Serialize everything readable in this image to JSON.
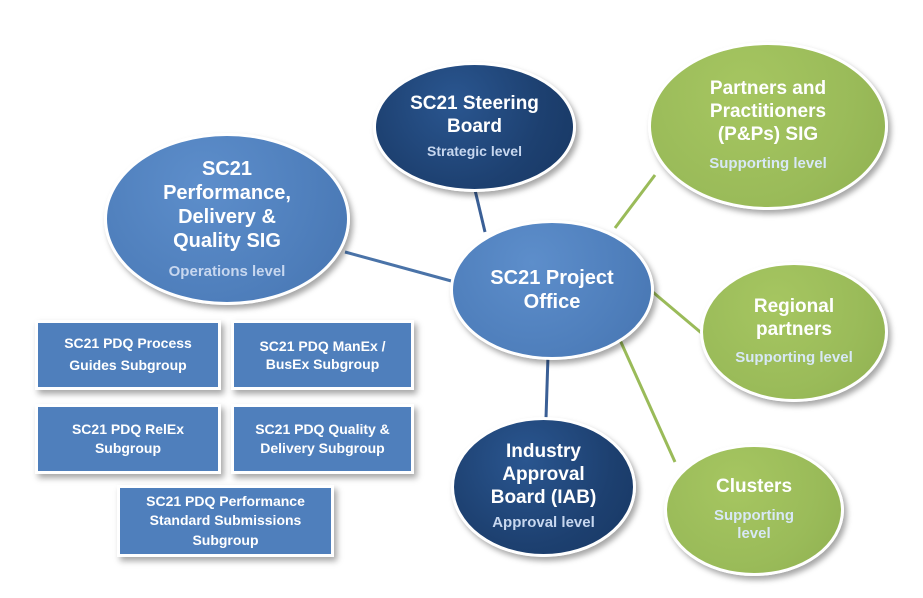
{
  "colors": {
    "dark_blue": "#1d4070",
    "mid_blue": "#4f7fbc",
    "green": "#9abb59",
    "blue_link": "#4a73a8",
    "green_link": "#9abb59"
  },
  "nodes": {
    "project_office": {
      "title": "SC21 Project\nOffice"
    },
    "steering_board": {
      "title": "SC21 Steering\nBoard",
      "level": "Strategic level"
    },
    "pdq_sig": {
      "title": "SC21\nPerformance,\nDelivery &\nQuality SIG",
      "level": "Operations level"
    },
    "iab": {
      "title": "Industry\nApproval\nBoard (IAB)",
      "level": "Approval level"
    },
    "pps_sig": {
      "title": "Partners and\nPractitioners\n(P&Ps) SIG",
      "level": "Supporting level"
    },
    "regional": {
      "title": "Regional\npartners",
      "level": "Supporting level"
    },
    "clusters": {
      "title": "Clusters",
      "level": "Supporting\nlevel"
    }
  },
  "subgroups": [
    "SC21 PDQ Process\nGuides Subgroup",
    "SC21 PDQ ManEx /\nBusEx Subgroup",
    "SC21 PDQ RelEx\nSubgroup",
    "SC21 PDQ Quality &\nDelivery Subgroup",
    "SC21 PDQ Performance\nStandard Submissions\nSubgroup"
  ]
}
